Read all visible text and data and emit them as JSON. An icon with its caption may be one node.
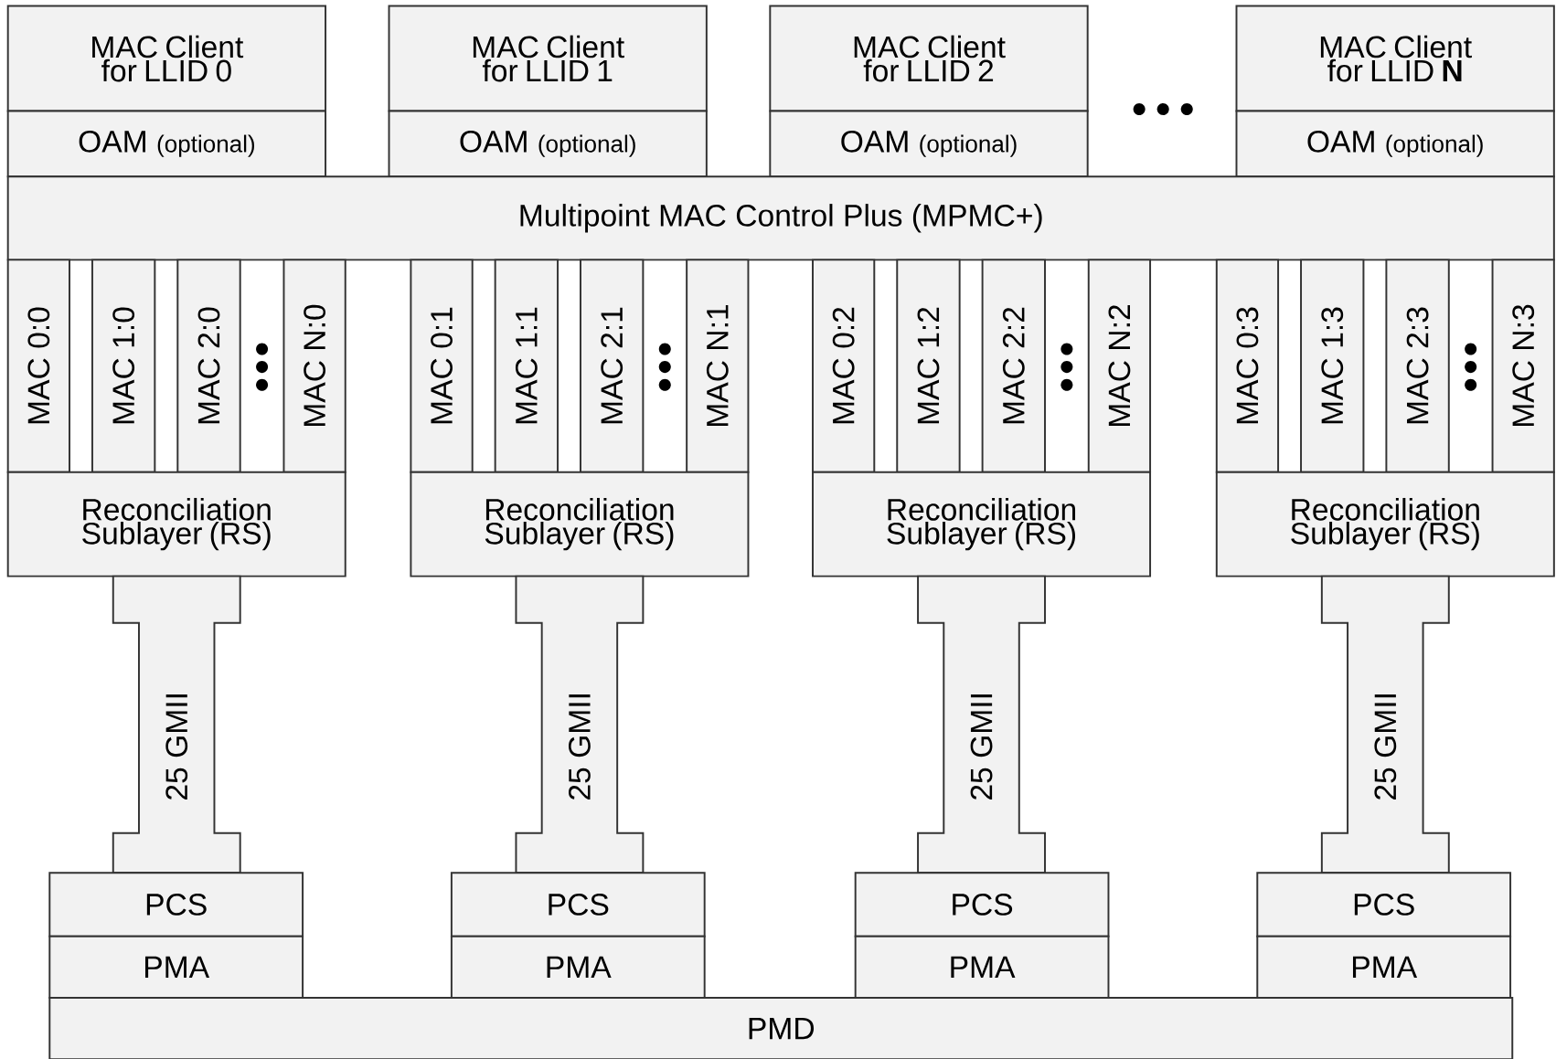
{
  "diagram": {
    "nodes": [
      {
        "text": [
          "MAC Client for LLID 0"
        ]
      },
      {
        "text": [
          "OAM",
          "(optional)"
        ]
      },
      {
        "text": [
          "MAC Client for LLID 1"
        ]
      },
      {
        "text": [
          "OAM",
          "(optional)"
        ]
      },
      {
        "text": [
          "MAC Client for LLID 2"
        ]
      },
      {
        "text": [
          "OAM",
          "(optional)"
        ]
      },
      {
        "text": [
          "MAC Client for LLID **N**"
        ]
      },
      {
        "text": [
          "OAM",
          "(optional)"
        ]
      },
      {
        "text": [
          "Multipoint MAC Control Plus (MPMC+)"
        ]
      },
      {
        "text": [
          "MAC 0:0"
        ]
      },
      {
        "text": [
          "MAC 1:0"
        ]
      },
      {
        "text": [
          "MAC 2:0"
        ]
      },
      {
        "text": [
          "MAC N:0"
        ]
      },
      {
        "text": [
          "MAC 0:1"
        ]
      },
      {
        "text": [
          "MAC 1:1"
        ]
      },
      {
        "text": [
          "MAC 2:1"
        ]
      },
      {
        "text": [
          "MAC N:1"
        ]
      },
      {
        "text": [
          "MAC 0:2"
        ]
      },
      {
        "text": [
          "MAC 1:2"
        ]
      },
      {
        "text": [
          "MAC 2:2"
        ]
      },
      {
        "text": [
          "MAC N:2"
        ]
      },
      {
        "text": [
          "MAC 0:3"
        ]
      },
      {
        "text": [
          "MAC 1:3"
        ]
      },
      {
        "text": [
          "MAC 2:3"
        ]
      },
      {
        "text": [
          "MAC N:3"
        ]
      },
      {
        "text": [
          "Reconciliation Sublayer (RS)"
        ]
      },
      {
        "text": [
          "Reconciliation Sublayer (RS)"
        ]
      },
      {
        "text": [
          "Reconciliation Sublayer (RS)"
        ]
      },
      {
        "text": [
          "Reconciliation Sublayer (RS)"
        ]
      },
      {
        "text": [
          "25 GMII"
        ]
      },
      {
        "text": [
          "25 GMII"
        ]
      },
      {
        "text": [
          "25 GMII"
        ]
      },
      {
        "text": [
          "25 GMII"
        ]
      },
      {
        "text": [
          "PCS"
        ]
      },
      {
        "text": [
          "PCS"
        ]
      },
      {
        "text": [
          "PCS"
        ]
      },
      {
        "text": [
          "PCS"
        ]
      },
      {
        "text": [
          "PMA"
        ]
      },
      {
        "text": [
          "PMA"
        ]
      },
      {
        "text": [
          "PMA"
        ]
      },
      {
        "text": [
          "PMA"
        ]
      },
      {
        "text": [
          "PMD"
        ]
      }
    ]
  }
}
